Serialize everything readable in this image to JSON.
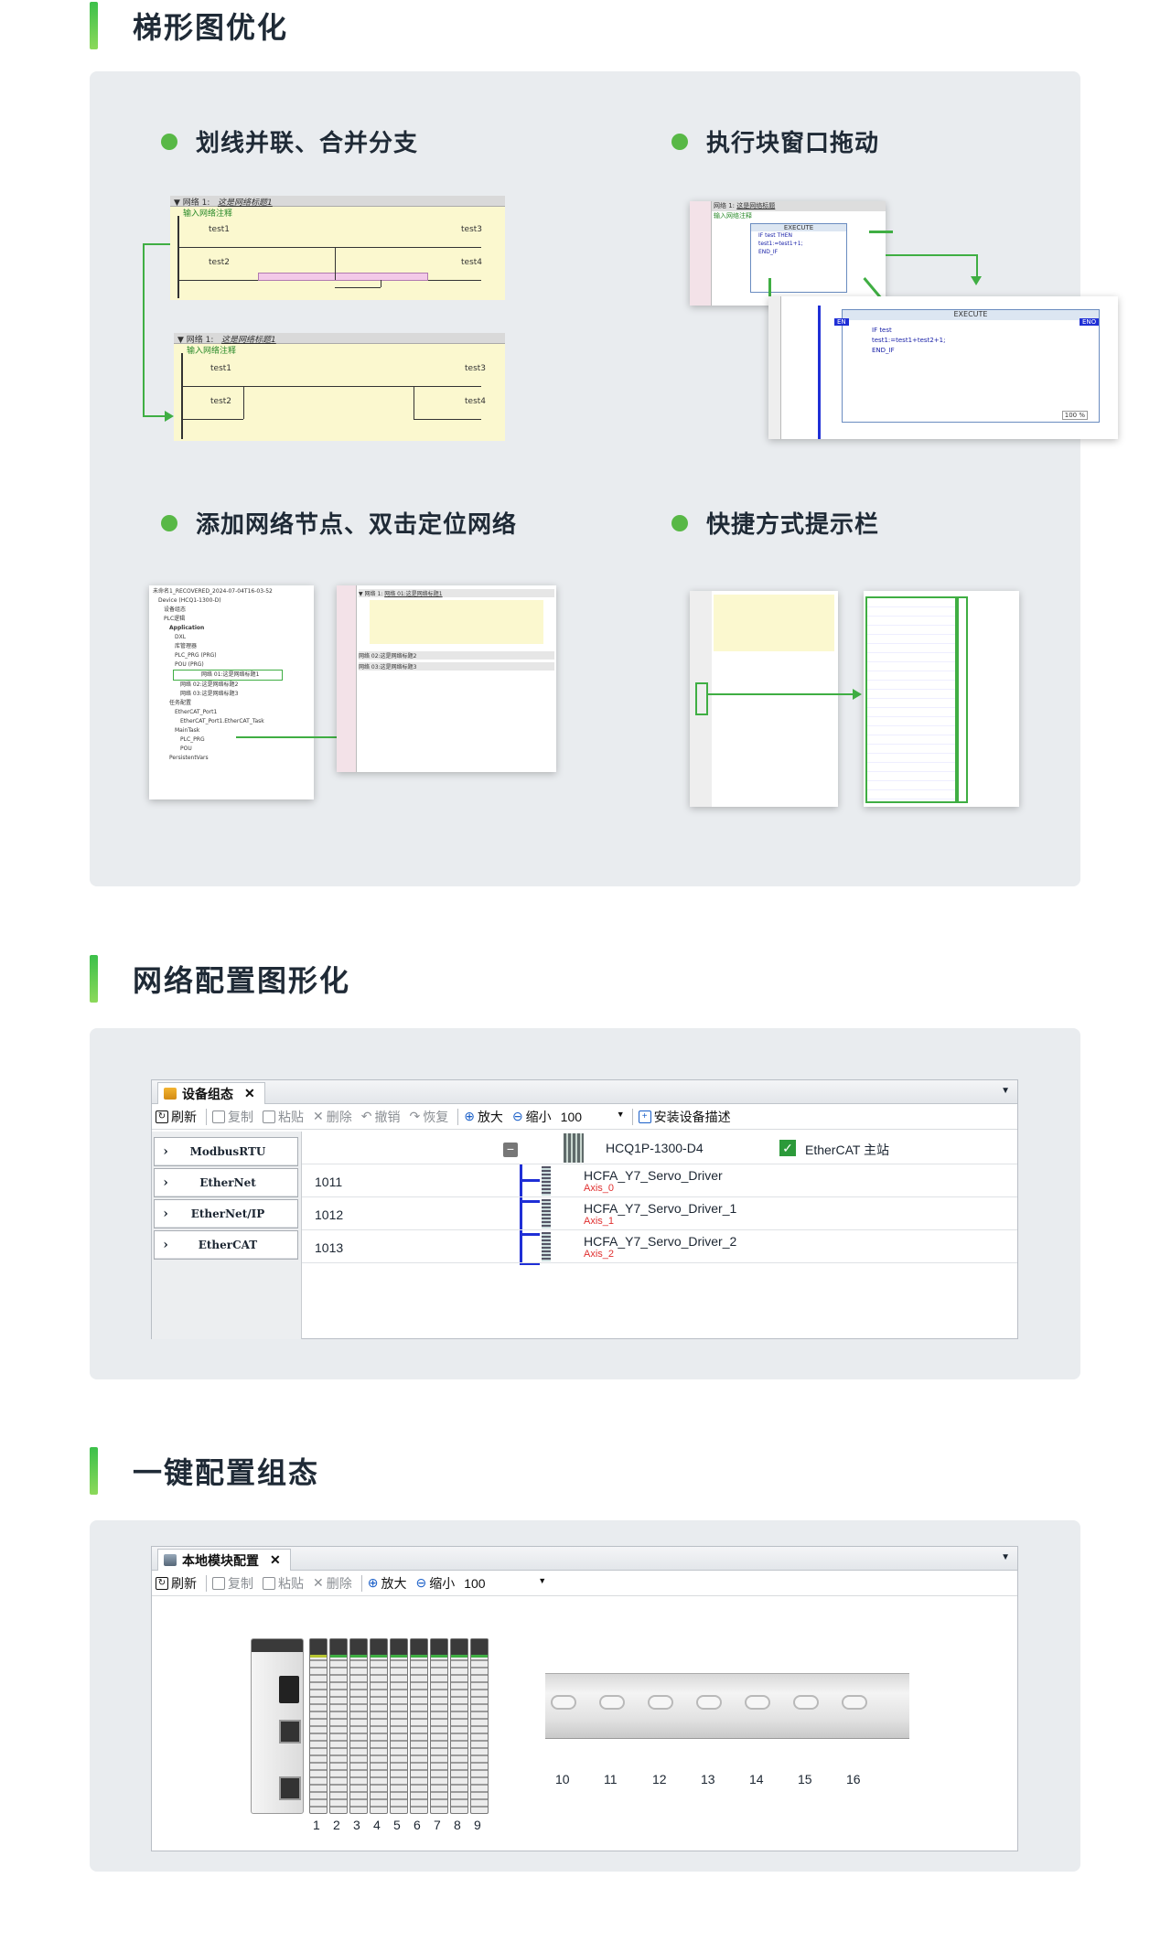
{
  "sections": [
    {
      "title": "梯形图优化"
    },
    {
      "title": "网络配置图形化"
    },
    {
      "title": "一键配置组态"
    }
  ],
  "features": [
    {
      "label": "划线并联、合并分支"
    },
    {
      "label": "执行块窗口拖动"
    },
    {
      "label": "添加网络节点、双击定位网络"
    },
    {
      "label": "快捷方式提示栏"
    }
  ],
  "ladder": {
    "network": "网络 1:",
    "network_title": "这是网络标题1",
    "comment": "输入网络注释",
    "contacts": [
      "test1",
      "test2"
    ],
    "coils": [
      "test3",
      "test4"
    ]
  },
  "execute": {
    "network": "网络 1:",
    "network_title": "这是网络标题",
    "comment": "输入网络注释",
    "block_title": "EXECUTE",
    "code": [
      "IF test THEN",
      "  test1:=test1+1;",
      "END_IF"
    ],
    "code_big": [
      "IF test",
      "  test1:=test1+test2+1;",
      "END_IF"
    ],
    "en": "EN",
    "eno": "ENO",
    "zoom": "100 %"
  },
  "tree": {
    "items": [
      "未命名1_RECOVERED_2024-07-04T16-03-52",
      "Device (HCQ1-1300-D)",
      "设备组态",
      "PLC逻辑",
      "Application",
      "DXL",
      "库管理器",
      "PLC_PRG (PRG)",
      "POU (PRG)",
      "网络 01:这是网络标题1",
      "网络 02:这是网络标题2",
      "网络 03:这是网络标题3",
      "任务配置",
      "EtherCAT_Port1",
      "EtherCAT_Port1.EtherCAT_Task",
      "MainTask",
      "PLC_PRG",
      "POU",
      "PersistentVars"
    ]
  },
  "device": {
    "tab": "设备组态",
    "toolbar": {
      "refresh": "刷新",
      "copy": "复制",
      "paste": "粘贴",
      "delete": "删除",
      "undo": "撤销",
      "redo": "恢复",
      "zoom_in": "放大",
      "zoom_out": "缩小",
      "zoom": "100",
      "install": "安装设备描述"
    },
    "categories": [
      "ModbusRTU",
      "EtherNet",
      "EtherNet/IP",
      "EtherCAT"
    ],
    "master": {
      "name": "HCQ1P-1300-D4",
      "label": "EtherCAT 主站"
    },
    "rows": [
      {
        "id": "1011",
        "name": "HCFA_Y7_Servo_Driver",
        "axis": "Axis_0"
      },
      {
        "id": "1012",
        "name": "HCFA_Y7_Servo_Driver_1",
        "axis": "Axis_1"
      },
      {
        "id": "1013",
        "name": "HCFA_Y7_Servo_Driver_2",
        "axis": "Axis_2"
      }
    ]
  },
  "local": {
    "tab": "本地模块配置",
    "toolbar": {
      "refresh": "刷新",
      "copy": "复制",
      "paste": "粘贴",
      "delete": "删除",
      "zoom_in": "放大",
      "zoom_out": "缩小",
      "zoom": "100"
    },
    "slots_filled": [
      "1",
      "2",
      "3",
      "4",
      "5",
      "6",
      "7",
      "8",
      "9"
    ],
    "slots_empty": [
      "10",
      "11",
      "12",
      "13",
      "14",
      "15",
      "16"
    ]
  },
  "colors": {
    "accent": "#3fae43",
    "panel": "#e9ecef",
    "ladder_bg": "#fbf8cf",
    "bus_blue": "#1f2fd6",
    "axis_red": "#e03030"
  }
}
